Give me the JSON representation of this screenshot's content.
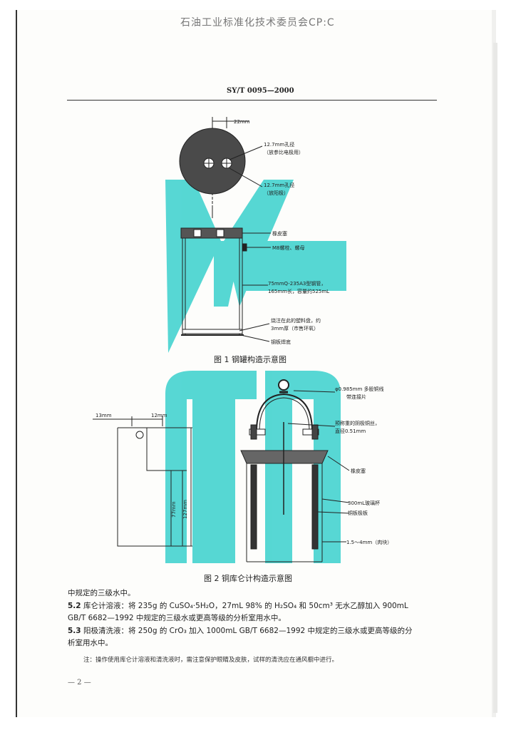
{
  "header": {
    "stamp": "石油工业标准化技术委员会CP:C",
    "standard_code": "SY/T 0095—2000"
  },
  "figure1": {
    "caption": "图 1   钢罐构造示意图",
    "dim_top": "22mm",
    "label_hole1_a": "12.7mm孔径",
    "label_hole1_b": "（放参比电极用）",
    "label_hole2_a": "12.7mm孔径",
    "label_hole2_b": "（放阳极）",
    "label_rubber": "橡皮塞",
    "label_bolt": "M8螺栓、螺母",
    "label_pipe_a": "75mmQ-235A3型钢管，",
    "label_pipe_b": "165mm长，容量约525mL",
    "label_plastic_a": "烧注在此的塑料盘，约",
    "label_plastic_b": "3mm厚（市售环氧）",
    "label_bottom": "钢板焊底"
  },
  "figure2": {
    "caption": "图 2   铜库仑计构造示意图",
    "dim_left": "13mm",
    "dim_right": "12mm",
    "dim_77": "77mm",
    "dim_127": "127mm",
    "label_wire_a": "φ0.985mm 多股铜线",
    "label_wire_b": "带连接片",
    "label_weighed_a": "预称重的阴极铜丝，",
    "label_weighed_b": "直径0.51mm",
    "label_rubber": "橡皮塞",
    "label_beaker": "300mL玻璃杯",
    "label_plate": "铜板极板",
    "label_gap": "1.5～4mm（肉块）"
  },
  "body": {
    "line0": "中规定的三级水中。",
    "sec52_num": "5.2",
    "sec52_text": "库仑计溶液：将 235g 的 CuSO₄·5H₂O，27mL 98% 的 H₂SO₄ 和 50cm³ 无水乙醇加入 900mL",
    "sec52_text2": "GB/T 6682—1992 中规定的三级水或更高等级的分析室用水中。",
    "sec53_num": "5.3",
    "sec53_text": "阳极清洗液：将 250g 的 CrO₃ 加入 1000mL GB/T 6682—1992 中规定的三级水或更高等级的分",
    "sec53_text2": "析室用水中。",
    "note": "注：操作使用库仑计溶液和清洗液时，需注意保护眼睛及皮肤，试样的清洗应在通风橱中进行。"
  },
  "page_number": "— 2 —",
  "colors": {
    "watermark": "#45d3cf",
    "ink": "#222222"
  }
}
